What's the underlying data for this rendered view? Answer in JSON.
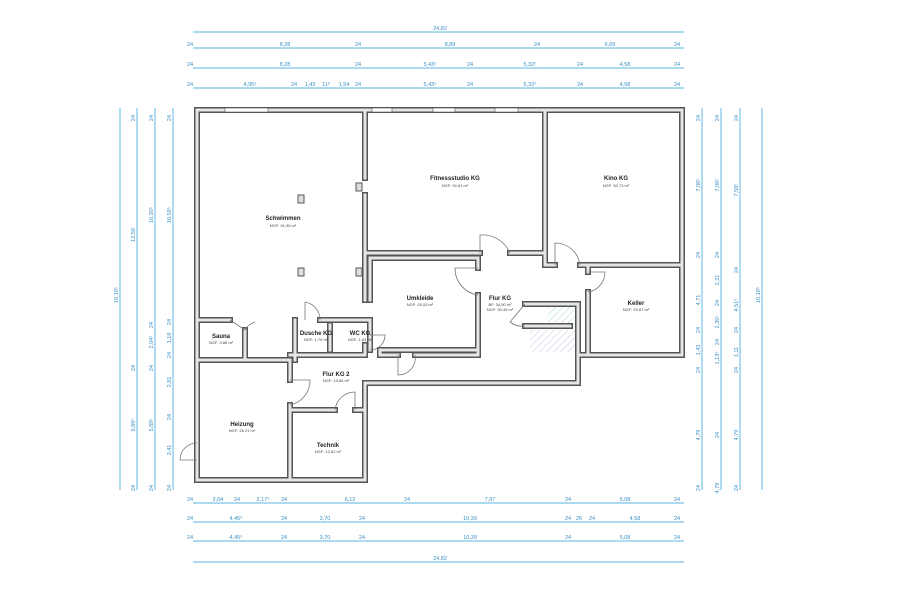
{
  "rooms": [
    {
      "name": "Schwimmen",
      "area": "NGF: 91,95 m²"
    },
    {
      "name": "Fitnessstudio KG",
      "area": "NGF: 92,81 m²"
    },
    {
      "name": "Kino KG",
      "area": "NGF: 50,73 m²"
    },
    {
      "name": "Umkleide",
      "area": "NGF: 25,53 m²"
    },
    {
      "name": "Flur KG",
      "bf": "BF: 34,50 m²",
      "area": "NGF: 30,49 m²"
    },
    {
      "name": "Keller",
      "area": "NGF: 20,67 m²"
    },
    {
      "name": "Sauna",
      "area": "NGF: 3,88 m²"
    },
    {
      "name": "Dusche KG",
      "area": "NGF: 1,70 m²"
    },
    {
      "name": "WC KG",
      "area": "NGF: 1,63 m²"
    },
    {
      "name": "Flur KG 2",
      "area": "NGF: 13,84 m²"
    },
    {
      "name": "Heizung",
      "area": "NGF: 26,21 m²"
    },
    {
      "name": "Technik",
      "area": "NGF: 12,62 m²"
    }
  ],
  "dimensions": {
    "top": [
      [
        "24,82"
      ],
      [
        "24",
        "8,28",
        "24",
        "8,89",
        "24",
        "6,69",
        "24"
      ],
      [
        "24",
        "8,28",
        "24",
        "5,43⁵",
        "24",
        "5,32⁵",
        "24",
        "4,58",
        "24"
      ],
      [
        "24",
        "4,95⁵",
        "24",
        "1,43",
        "11⁵",
        "1,54",
        "24",
        "5,43⁵",
        "24",
        "5,32⁵",
        "24",
        "4,58",
        "24"
      ]
    ],
    "bottom": [
      [
        "24",
        "2,04",
        "24",
        "2,17⁵",
        "24",
        "6,12",
        "24",
        "7,97",
        "24",
        "5,08",
        "24"
      ],
      [
        "24",
        "4,45⁵",
        "24",
        "3,70",
        "24",
        "10,39",
        "24",
        "26",
        "24",
        "4,58",
        "24"
      ],
      [
        "24",
        "4,45⁵",
        "24",
        "3,70",
        "24",
        "10,39",
        "24",
        "5,08",
        "24"
      ],
      [
        "24,82"
      ]
    ],
    "left": [
      [
        "19,19⁵"
      ],
      [
        "24",
        "12,59",
        "24",
        "5,89⁵",
        "24"
      ],
      [
        "24",
        "10,30⁵",
        "24",
        "2,04⁵",
        "24",
        "5,89⁵",
        "24"
      ],
      [
        "24",
        "10,59⁵",
        "24",
        "1,19",
        "24",
        "2,81",
        "24",
        "3,41",
        "24"
      ]
    ],
    "right": [
      [
        "24",
        "7,06⁵",
        "24",
        "4,71",
        "24",
        "1,43",
        "24",
        "4,79",
        "24"
      ],
      [
        "24",
        "7,06⁵",
        "24",
        "2,21",
        "24",
        "2,35⁵",
        "24",
        "1,13⁵",
        "24",
        "4,79",
        "24"
      ],
      [
        "24",
        "7,58⁵",
        "24",
        "4,51⁵",
        "24",
        "1,11",
        "24",
        "4,79",
        "24"
      ],
      [
        "19,19⁵"
      ]
    ]
  },
  "colors": {
    "wall": "#555555",
    "dimension": "#3a8fc4",
    "stair_green": "#8fd0bf",
    "stair_purple": "#c7a8d8"
  }
}
